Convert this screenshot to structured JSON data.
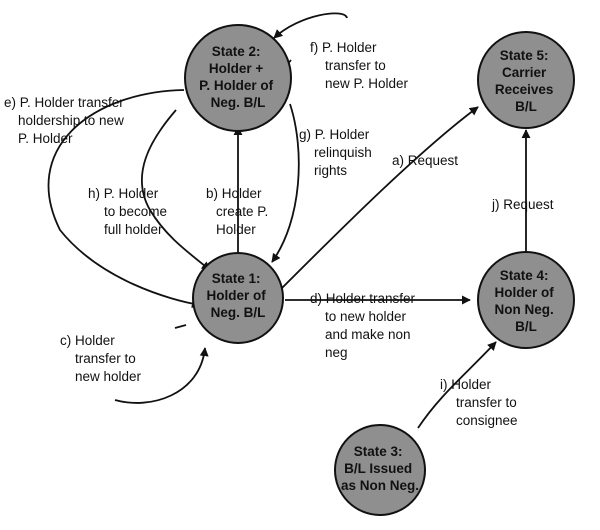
{
  "states": {
    "s1": [
      "State 1:",
      "Holder of",
      "Neg. B/L"
    ],
    "s2": [
      "State 2:",
      "Holder +",
      "P. Holder of",
      "Neg. B/L"
    ],
    "s3": [
      "State 3:",
      "B/L Issued",
      "as Non Neg."
    ],
    "s4": [
      "State 4:",
      "Holder of",
      "Non Neg.",
      "B/L"
    ],
    "s5": [
      "State 5:",
      "Carrier",
      "Receives",
      "B/L"
    ]
  },
  "transitions": {
    "a": [
      "a) Request"
    ],
    "b": [
      "b) Holder",
      "create P.",
      "Holder"
    ],
    "c": [
      "c) Holder",
      "transfer to",
      "new holder"
    ],
    "d": [
      "d) Holder transfer",
      "to new holder",
      "and make non",
      "neg"
    ],
    "e": [
      "e) P. Holder transfer",
      "holdership to new",
      "P. Holder"
    ],
    "f": [
      "f) P. Holder",
      "transfer to",
      "new P. Holder"
    ],
    "g": [
      "g) P. Holder",
      "relinquish",
      "rights"
    ],
    "h": [
      "h) P. Holder",
      "to become",
      "full holder"
    ],
    "i": [
      "i) Holder",
      "transfer to",
      "consignee"
    ],
    "j": [
      "j) Request"
    ]
  }
}
